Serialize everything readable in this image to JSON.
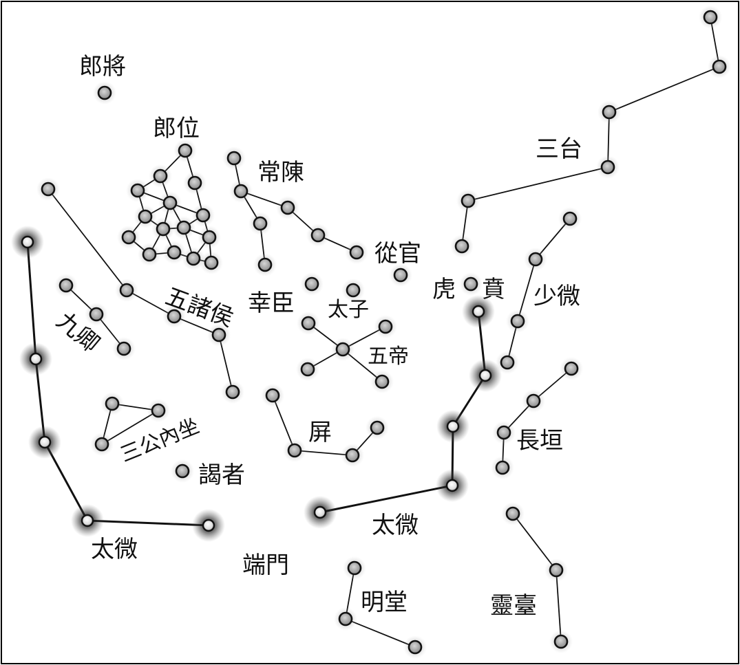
{
  "title": "太微垣",
  "constellations": [
    {
      "id": "langjiang",
      "label": "郎將",
      "kind": "normal"
    },
    {
      "id": "langwei",
      "label": "郎位",
      "kind": "normal"
    },
    {
      "id": "santai",
      "label": "三台",
      "kind": "normal"
    },
    {
      "id": "changchen",
      "label": "常陳",
      "kind": "normal"
    },
    {
      "id": "congguan",
      "label": "從官",
      "kind": "normal"
    },
    {
      "id": "huben",
      "label": "虎賁",
      "kind": "normal"
    },
    {
      "id": "shaowei",
      "label": "少微",
      "kind": "normal"
    },
    {
      "id": "taiwei_right",
      "label": "太微",
      "kind": "bright"
    },
    {
      "id": "changyuan",
      "label": "長垣",
      "kind": "normal"
    },
    {
      "id": "lingtai",
      "label": "靈臺",
      "kind": "normal"
    },
    {
      "id": "mingtang",
      "label": "明堂",
      "kind": "normal"
    },
    {
      "id": "duanmen",
      "label": "端門",
      "kind": "none"
    },
    {
      "id": "taiwei_left",
      "label": "太微",
      "kind": "bright"
    },
    {
      "id": "wuzhuhou",
      "label": "五諸侯",
      "kind": "normal"
    },
    {
      "id": "jiuqing",
      "label": "九卿",
      "kind": "normal"
    },
    {
      "id": "sangong",
      "label": "三公內坐",
      "kind": "normal"
    },
    {
      "id": "yezhe",
      "label": "謁者",
      "kind": "normal"
    },
    {
      "id": "xingchen",
      "label": "幸臣",
      "kind": "normal"
    },
    {
      "id": "taizi",
      "label": "太子",
      "kind": "normal"
    },
    {
      "id": "wudi",
      "label": "五帝",
      "kind": "normal"
    },
    {
      "id": "ping",
      "label": "屏",
      "kind": "normal"
    }
  ]
}
